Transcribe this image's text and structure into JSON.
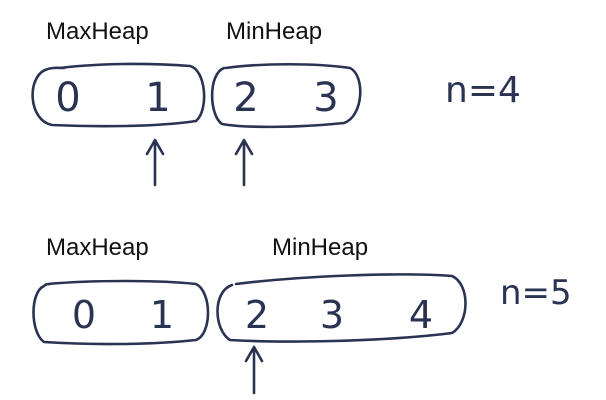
{
  "diagrams": [
    {
      "max_heap": {
        "title": "MaxHeap",
        "items": [
          "0",
          "1"
        ]
      },
      "min_heap": {
        "title": "MinHeap",
        "items": [
          "2",
          "3"
        ]
      },
      "n_label": "n=4"
    },
    {
      "max_heap": {
        "title": "MaxHeap",
        "items": [
          "0",
          "1"
        ]
      },
      "min_heap": {
        "title": "MinHeap",
        "items": [
          "2",
          "3",
          "4"
        ]
      },
      "n_label": "n=5"
    }
  ],
  "colors": {
    "ink": "#2a3352",
    "label": "#111111"
  }
}
